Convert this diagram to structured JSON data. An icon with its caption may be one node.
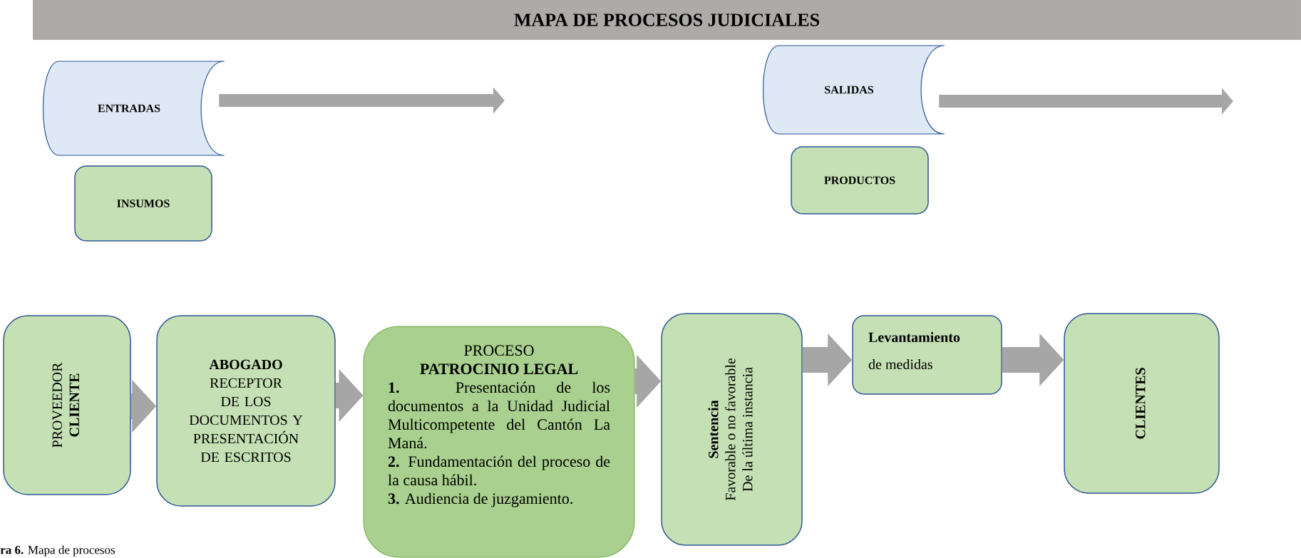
{
  "diagram": {
    "title": "MAPA DE PROCESOS JUDICIALES",
    "caption": "**ra 6.** Mapa de procesos",
    "nodes": [
      {
        "text": [
          "ENTRADAS"
        ]
      },
      {
        "text": [
          "INSUMOS"
        ]
      },
      {
        "text": [
          "SALIDAS"
        ]
      },
      {
        "text": [
          "PRODUCTOS"
        ]
      },
      {
        "text": [
          "PROVEEDOR",
          "CLIENTE"
        ]
      },
      {
        "text": [
          "ABOGADO",
          "RECEPTOR DE LOS DOCUMENTOS Y PRESENTACIÓN DE ESCRITOS"
        ]
      },
      {
        "text": [
          "PROCESO",
          "PATROCINIO LEGAL",
          "**1.** Presentación de los documentos a la Unidad Judicial Multicompetente del Cantón La Maná.",
          "**2.** Fundamentación del proceso de la causa hábil.",
          "**3.** Audiencia de juzgamiento."
        ]
      },
      {
        "text": [
          "Sentencia",
          "Favorable o no favorable",
          "De la última instancia"
        ]
      },
      {
        "text": [
          "Levantamiento",
          "de medidas"
        ]
      },
      {
        "text": [
          "CLIENTES"
        ]
      }
    ],
    "edges": [
      {
        "from": 0,
        "to": null,
        "arrow": "to"
      },
      {
        "from": 2,
        "to": null,
        "arrow": "to"
      },
      {
        "from": 4,
        "to": 5,
        "arrow": "to"
      },
      {
        "from": 5,
        "to": 6,
        "arrow": "to"
      },
      {
        "from": 6,
        "to": 7,
        "arrow": "to"
      },
      {
        "from": 7,
        "to": 8,
        "arrow": "to"
      },
      {
        "from": 8,
        "to": 9,
        "arrow": "to"
      }
    ]
  }
}
